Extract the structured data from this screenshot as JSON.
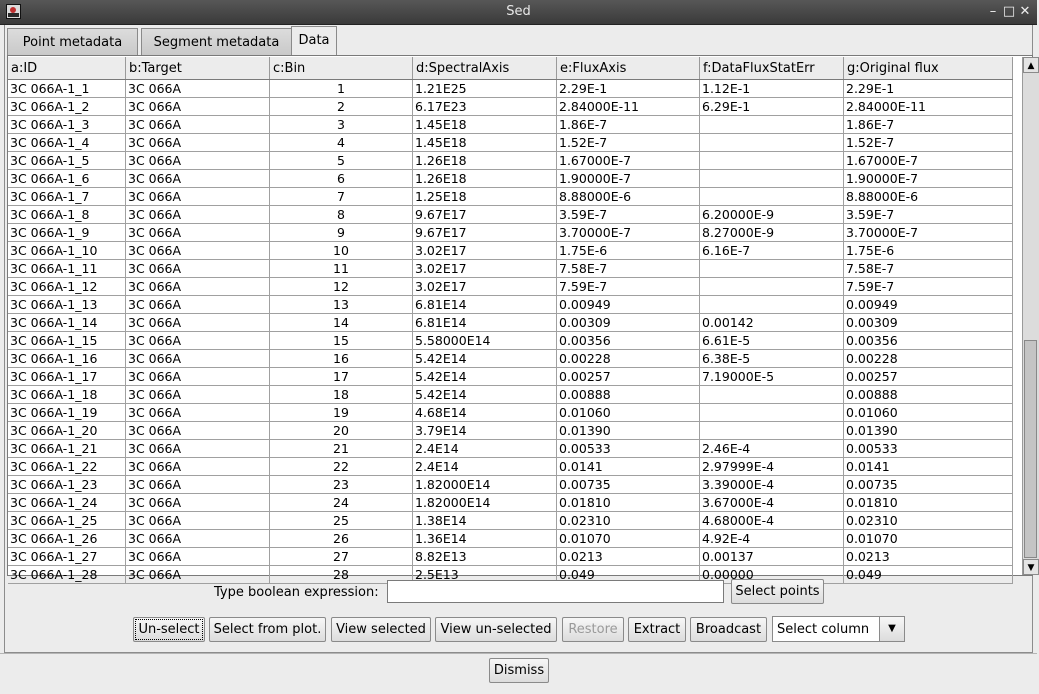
{
  "window": {
    "title": "Sed",
    "controls": {
      "minimize": "–",
      "maximize": "□",
      "close": "✕"
    },
    "icon": "app-icon"
  },
  "tabs": [
    {
      "label": "Point metadata",
      "active": false
    },
    {
      "label": "Segment metadata",
      "active": false
    },
    {
      "label": "Data",
      "active": true
    }
  ],
  "table": {
    "columns": [
      "a:ID",
      "b:Target",
      "c:Bin",
      "d:SpectralAxis",
      "e:FluxAxis",
      "f:DataFluxStatErr",
      "g:Original flux"
    ],
    "rows": [
      [
        "3C 066A-1_1",
        "3C 066A",
        "1",
        "1.21E25",
        "2.29E-1",
        "1.12E-1",
        "2.29E-1"
      ],
      [
        "3C 066A-1_2",
        "3C 066A",
        "2",
        "6.17E23",
        "2.84000E-11",
        "6.29E-1",
        "2.84000E-11"
      ],
      [
        "3C 066A-1_3",
        "3C 066A",
        "3",
        "1.45E18",
        "1.86E-7",
        "",
        "1.86E-7"
      ],
      [
        "3C 066A-1_4",
        "3C 066A",
        "4",
        "1.45E18",
        "1.52E-7",
        "",
        "1.52E-7"
      ],
      [
        "3C 066A-1_5",
        "3C 066A",
        "5",
        "1.26E18",
        "1.67000E-7",
        "",
        "1.67000E-7"
      ],
      [
        "3C 066A-1_6",
        "3C 066A",
        "6",
        "1.26E18",
        "1.90000E-7",
        "",
        "1.90000E-7"
      ],
      [
        "3C 066A-1_7",
        "3C 066A",
        "7",
        "1.25E18",
        "8.88000E-6",
        "",
        "8.88000E-6"
      ],
      [
        "3C 066A-1_8",
        "3C 066A",
        "8",
        "9.67E17",
        "3.59E-7",
        "6.20000E-9",
        "3.59E-7"
      ],
      [
        "3C 066A-1_9",
        "3C 066A",
        "9",
        "9.67E17",
        "3.70000E-7",
        "8.27000E-9",
        "3.70000E-7"
      ],
      [
        "3C 066A-1_10",
        "3C 066A",
        "10",
        "3.02E17",
        "1.75E-6",
        "6.16E-7",
        "1.75E-6"
      ],
      [
        "3C 066A-1_11",
        "3C 066A",
        "11",
        "3.02E17",
        "7.58E-7",
        "",
        "7.58E-7"
      ],
      [
        "3C 066A-1_12",
        "3C 066A",
        "12",
        "3.02E17",
        "7.59E-7",
        "",
        "7.59E-7"
      ],
      [
        "3C 066A-1_13",
        "3C 066A",
        "13",
        "6.81E14",
        "0.00949",
        "",
        "0.00949"
      ],
      [
        "3C 066A-1_14",
        "3C 066A",
        "14",
        "6.81E14",
        "0.00309",
        "0.00142",
        "0.00309"
      ],
      [
        "3C 066A-1_15",
        "3C 066A",
        "15",
        "5.58000E14",
        "0.00356",
        "6.61E-5",
        "0.00356"
      ],
      [
        "3C 066A-1_16",
        "3C 066A",
        "16",
        "5.42E14",
        "0.00228",
        "6.38E-5",
        "0.00228"
      ],
      [
        "3C 066A-1_17",
        "3C 066A",
        "17",
        "5.42E14",
        "0.00257",
        "7.19000E-5",
        "0.00257"
      ],
      [
        "3C 066A-1_18",
        "3C 066A",
        "18",
        "5.42E14",
        "0.00888",
        "",
        "0.00888"
      ],
      [
        "3C 066A-1_19",
        "3C 066A",
        "19",
        "4.68E14",
        "0.01060",
        "",
        "0.01060"
      ],
      [
        "3C 066A-1_20",
        "3C 066A",
        "20",
        "3.79E14",
        "0.01390",
        "",
        "0.01390"
      ],
      [
        "3C 066A-1_21",
        "3C 066A",
        "21",
        "2.4E14",
        "0.00533",
        "2.46E-4",
        "0.00533"
      ],
      [
        "3C 066A-1_22",
        "3C 066A",
        "22",
        "2.4E14",
        "0.0141",
        "2.97999E-4",
        "0.0141"
      ],
      [
        "3C 066A-1_23",
        "3C 066A",
        "23",
        "1.82000E14",
        "0.00735",
        "3.39000E-4",
        "0.00735"
      ],
      [
        "3C 066A-1_24",
        "3C 066A",
        "24",
        "1.82000E14",
        "0.01810",
        "3.67000E-4",
        "0.01810"
      ],
      [
        "3C 066A-1_25",
        "3C 066A",
        "25",
        "1.38E14",
        "0.02310",
        "4.68000E-4",
        "0.02310"
      ],
      [
        "3C 066A-1_26",
        "3C 066A",
        "26",
        "1.36E14",
        "0.01070",
        "4.92E-4",
        "0.01070"
      ],
      [
        "3C 066A-1_27",
        "3C 066A",
        "27",
        "8.82E13",
        "0.0213",
        "0.00137",
        "0.0213"
      ],
      [
        "3C 066A-1_28",
        "3C 066A",
        "28",
        "2.5E13",
        "0.049",
        "0.00000",
        "0.049"
      ]
    ]
  },
  "filter": {
    "label": "Type boolean expression:",
    "value": "",
    "select_points": "Select points"
  },
  "actions": {
    "unselect": "Un-select",
    "select_from_plot": "Select from plot.",
    "view_selected": "View selected",
    "view_unselected": "View un-selected",
    "restore": "Restore",
    "extract": "Extract",
    "broadcast": "Broadcast",
    "select_column": "Select column"
  },
  "dismiss": "Dismiss"
}
